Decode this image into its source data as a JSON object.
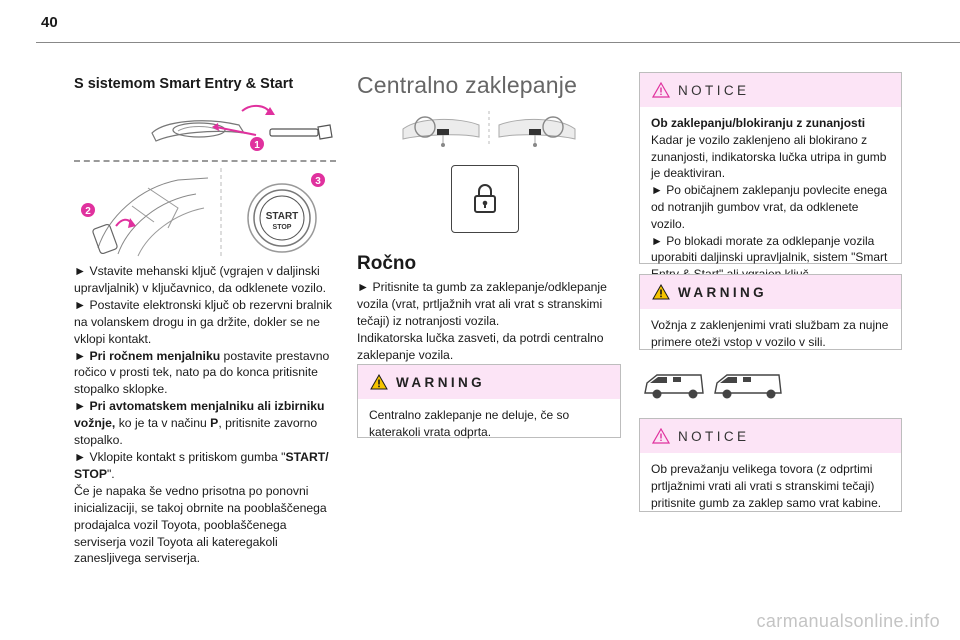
{
  "page": {
    "number": "40",
    "watermark": "carmanualsonline.info"
  },
  "col1": {
    "title": "S sistemom Smart Entry & Start",
    "figure_labels": {
      "step1": "1",
      "step2": "2",
      "step3": "3",
      "start_line1": "START",
      "start_line2": "STOP"
    },
    "para1": "► Vstavite mehanski ključ (vgrajen v daljinski upravljalnik) v ključavnico, da odklenete vozilo.",
    "para2": "► Postavite elektronski ključ ob rezervni bralnik na volanskem drogu in ga držite, dokler se ne vklopi kontakt.",
    "para3_lead": "► Pri ročnem menjalniku",
    "para3_rest": " postavite prestavno ročico v prosti tek, nato pa do konca pritisnite stopalko sklopke.",
    "para4_lead": "► Pri avtomatskem menjalniku ali izbirniku vožnje,",
    "para4_mid": " ko je ta v načinu ",
    "para4_p": "P",
    "para4_end": ", pritisnite zavorno stopalko.",
    "para5_a": "► Vklopite kontakt s pritiskom gumba \"",
    "para5_b": "START/ STOP",
    "para5_c": "\".",
    "para6": "Če je napaka še vedno prisotna po ponovni inicializaciji, se takoj obrnite na pooblaščenega prodajalca vozil Toyota, pooblaščenega serviserja vozil Toyota ali kateregakoli zanesljivega serviserja."
  },
  "col2": {
    "title": "Centralno zaklepanje",
    "subtitle": "Ročno",
    "para1": "► Pritisnite ta gumb za zaklepanje/odklepanje vozila (vrat, prtljažnih vrat ali vrat s stranskimi tečaji) iz notranjosti vozila.",
    "para2": "Indikatorska lučka zasveti, da potrdi centralno zaklepanje vozila.",
    "warning": {
      "title": "WARNING",
      "text": "Centralno zaklepanje ne deluje, če so katerakoli vrata odprta."
    }
  },
  "col3": {
    "notice1": {
      "title": "NOTICE",
      "heading": "Ob zaklepanju/blokiranju z zunanjosti",
      "text1": "Kadar je vozilo zaklenjeno ali blokirano z zunanjosti, indikatorska lučka utripa in gumb je deaktiviran.",
      "text2": "► Po običajnem zaklepanju povlecite enega od notranjih gumbov vrat, da odklenete vozilo.",
      "text3": "► Po blokadi morate za odklepanje vozila uporabiti daljinski upravljalnik, sistem \"Smart Entry & Start\" ali vgrajen ključ."
    },
    "warning": {
      "title": "WARNING",
      "text": "Vožnja z zaklenjenimi vrati službam za nujne primere oteži vstop v vozilo v sili."
    },
    "notice2": {
      "title": "NOTICE",
      "text": "Ob prevažanju velikega tovora (z odprtimi prtljažnimi vrati ali vrati s stranskimi tečaji) pritisnite gumb za zaklep samo vrat kabine."
    }
  },
  "colors": {
    "accent": "#e0319e",
    "box_header_bg": "#fce4f6",
    "warning_yellow": "#f5c400"
  }
}
